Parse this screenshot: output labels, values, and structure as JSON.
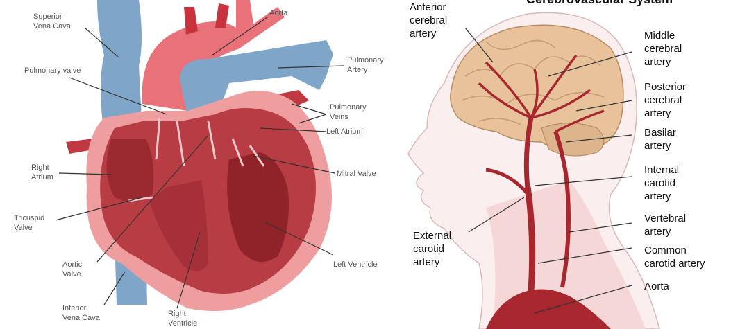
{
  "heart": {
    "labels": {
      "superior_vena_cava": [
        "Superior",
        "Vena Cava"
      ],
      "aorta": "Aorta",
      "pulmonary_artery": [
        "Pulmonary",
        "Artery"
      ],
      "pulmonary_valve": "Pulmonary valve",
      "pulmonary_veins": [
        "Pulmonary",
        "Veins"
      ],
      "left_atrium": "Left Atrium",
      "right_atrium": [
        "Right",
        "Atrium"
      ],
      "mitral_valve": "Mitral Valve",
      "tricuspid_valve": [
        "Tricuspid",
        "Valve"
      ],
      "aortic_valve": [
        "Aortic",
        "Valve"
      ],
      "left_ventricle": "Left Ventricle",
      "inferior_vena_cava": [
        "Inferior",
        "Vena Cava"
      ],
      "right_ventricle": [
        "Right",
        "Ventricle"
      ]
    }
  },
  "brain": {
    "title_fragment": "Cerebrovascular System",
    "labels": {
      "anterior_cerebral": [
        "Anterior",
        "cerebral",
        "artery"
      ],
      "middle_cerebral": [
        "Middle",
        "cerebral",
        "artery"
      ],
      "posterior_cerebral": [
        "Posterior",
        "cerebral",
        "artery"
      ],
      "basilar": [
        "Basilar",
        "artery"
      ],
      "internal_carotid": [
        "Internal",
        "carotid",
        "artery"
      ],
      "external_carotid": [
        "External",
        "carotid",
        "artery"
      ],
      "vertebral": [
        "Vertebral",
        "artery"
      ],
      "common_carotid": [
        "Common",
        "carotid artery"
      ],
      "aorta": "Aorta"
    }
  },
  "colors": {
    "vein_blue": "#7fa6c9",
    "artery_red": "#a8262e",
    "heart_muscle": "#b83c43",
    "heart_outer": "#ef9ea0",
    "brain_tan": "#e7c29a"
  }
}
